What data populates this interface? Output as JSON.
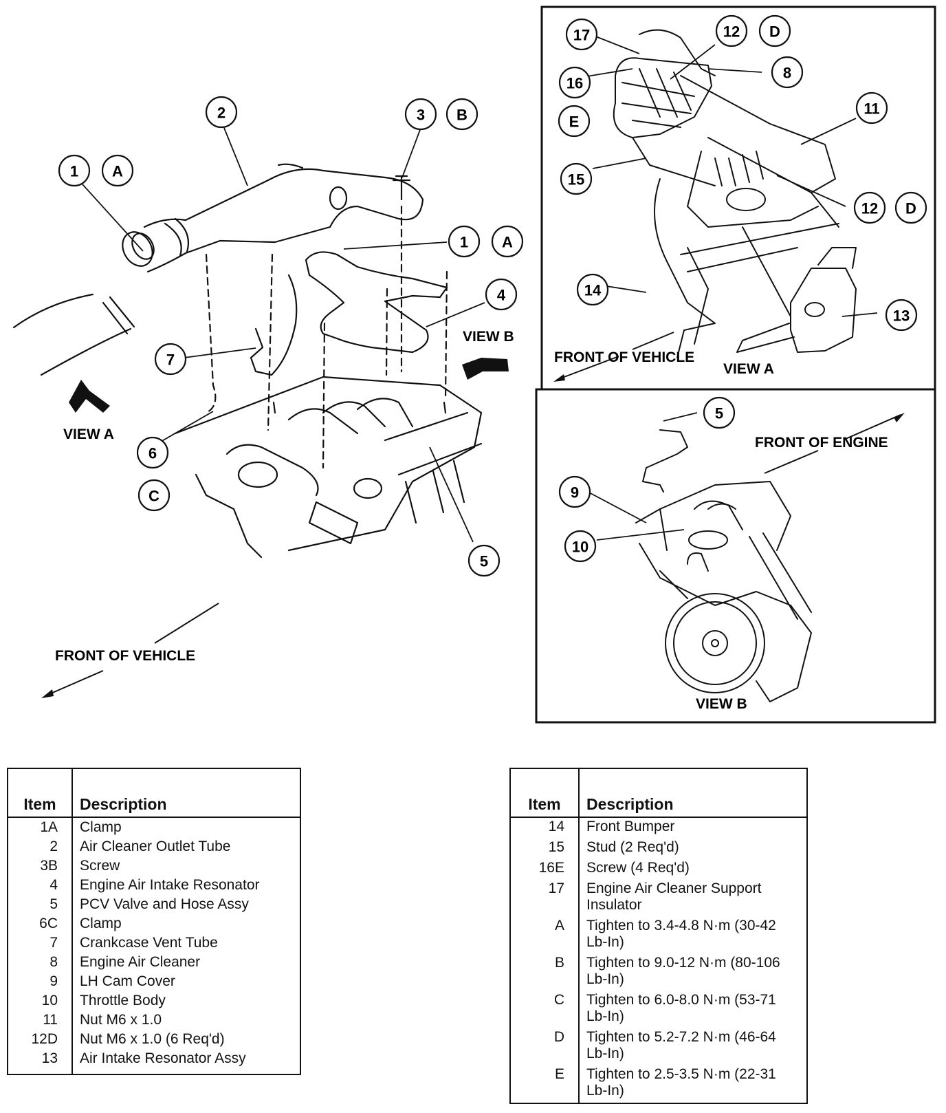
{
  "diagram": {
    "labels": {
      "view_a": "VIEW A",
      "view_b": "VIEW B",
      "front_of_vehicle": "FRONT OF VEHICLE",
      "front_of_engine": "FRONT OF ENGINE"
    }
  },
  "legend_left": {
    "header_item": "Item",
    "header_description": "Description",
    "rows": [
      {
        "item": "1A",
        "description": "Clamp"
      },
      {
        "item": "2",
        "description": "Air Cleaner Outlet Tube"
      },
      {
        "item": "3B",
        "description": "Screw"
      },
      {
        "item": "4",
        "description": "Engine Air Intake Resonator"
      },
      {
        "item": "5",
        "description": "PCV Valve and Hose Assy"
      },
      {
        "item": "6C",
        "description": "Clamp"
      },
      {
        "item": "7",
        "description": "Crankcase Vent Tube"
      },
      {
        "item": "8",
        "description": "Engine Air Cleaner"
      },
      {
        "item": "9",
        "description": "LH Cam Cover"
      },
      {
        "item": "10",
        "description": "Throttle Body"
      },
      {
        "item": "11",
        "description": "Nut M6 x 1.0"
      },
      {
        "item": "12D",
        "description": "Nut M6 x 1.0 (6 Req'd)"
      },
      {
        "item": "13",
        "description": "Air Intake Resonator Assy"
      }
    ]
  },
  "legend_right": {
    "header_item": "Item",
    "header_description": "Description",
    "rows": [
      {
        "item": "14",
        "description": "Front Bumper"
      },
      {
        "item": "15",
        "description": "Stud (2 Req'd)"
      },
      {
        "item": "16E",
        "description": "Screw (4 Req'd)"
      },
      {
        "item": "17",
        "description": "Engine Air Cleaner Support Insulator"
      },
      {
        "item": "A",
        "description": "Tighten to 3.4-4.8 N·m (30-42 Lb-In)"
      },
      {
        "item": "B",
        "description": "Tighten to 9.0-12 N·m (80-106 Lb-In)"
      },
      {
        "item": "C",
        "description": "Tighten to 6.0-8.0 N·m (53-71 Lb-In)"
      },
      {
        "item": "D",
        "description": "Tighten to 5.2-7.2 N·m (46-64 Lb-In)"
      },
      {
        "item": "E",
        "description": "Tighten to 2.5-3.5 N·m (22-31 Lb-In)"
      }
    ]
  },
  "callouts": [
    "1",
    "A",
    "2",
    "3",
    "B",
    "1",
    "A",
    "4",
    "7",
    "6",
    "C",
    "5",
    "17",
    "12",
    "D",
    "16",
    "8",
    "E",
    "11",
    "15",
    "12",
    "D",
    "14",
    "13",
    "5",
    "9",
    "10"
  ]
}
